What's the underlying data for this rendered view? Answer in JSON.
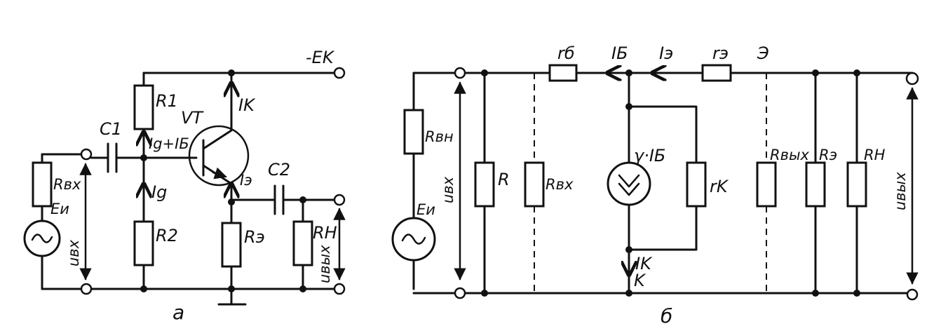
{
  "circuit_a": {
    "caption": "a",
    "supply": "-EK",
    "transistor": "VT",
    "r1": "R1",
    "r2": "R2",
    "c1": "C1",
    "c2": "C2",
    "r_emitter": "Rэ",
    "r_load": "RН",
    "r_in": "Rвх",
    "source": "Eи",
    "u_in": "uвх",
    "u_out": "uвых",
    "i_collector": "IK",
    "i_divider_sum": "Ig+IБ",
    "i_divider": "Ig",
    "i_emitter": "Iэ"
  },
  "circuit_b": {
    "caption": "б",
    "r_base": "rб",
    "i_base": "IБ",
    "i_emitter": "Iэ",
    "r_emitter": "rэ",
    "emitter_node": "Э",
    "r_source": "Rвн",
    "source": "Eи",
    "u_in": "uвх",
    "r_bias": "R",
    "r_in": "Rвх",
    "current_source": "γ·IБ",
    "r_collector": "rK",
    "i_collector": "IK",
    "collector_node": "K",
    "r_out": "Rвых",
    "r_e": "Rэ",
    "r_load": "RН",
    "u_out": "uвых"
  }
}
